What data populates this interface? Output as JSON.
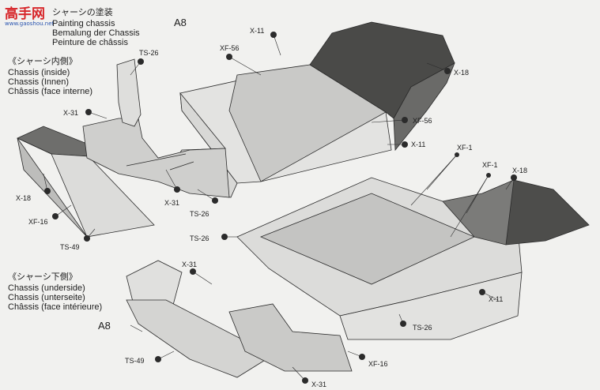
{
  "watermark": {
    "line1": "高手网",
    "line2": "www.gaoshou.net"
  },
  "header": {
    "ja": "シャーシの塗装",
    "en": "Painting chassis",
    "de": "Bemalung der Chassis",
    "fr": "Peinture de châssis"
  },
  "inside": {
    "ja": "《シャーシ内側》",
    "en": "Chassis (inside)",
    "de": "Chassis (Innen)",
    "fr": "Châssis (face interne)"
  },
  "underside": {
    "ja": "《シャーシ下側》",
    "en": "Chassis (underside)",
    "de": "Chassis (unterseite)",
    "fr": "Châssis (face intérieure)"
  },
  "part_labels": {
    "a8_top": "A8",
    "a8_bottom": "A8"
  },
  "paint_callouts": {
    "x11_top": "X-11",
    "xf56_top": "XF-56",
    "x18_top": "X-18",
    "xf56_right": "XF-56",
    "x11_mid": "X-11",
    "ts26_left": "TS-26",
    "x31_left": "X-31",
    "x18_left": "X-18",
    "xf16_left": "XF-16",
    "ts49_left": "TS-49",
    "x31_mid": "X-31",
    "ts26_mid": "TS-26",
    "xf1_a": "XF-1",
    "xf1_b": "XF-1",
    "x18_right": "X-18",
    "ts26_low": "TS-26",
    "x31_under": "X-31",
    "x11_low": "X-11",
    "ts26_bottom": "TS-26",
    "ts49_bottom": "TS-49",
    "xf16_bottom": "XF-16",
    "x31_bottom": "X-31"
  }
}
